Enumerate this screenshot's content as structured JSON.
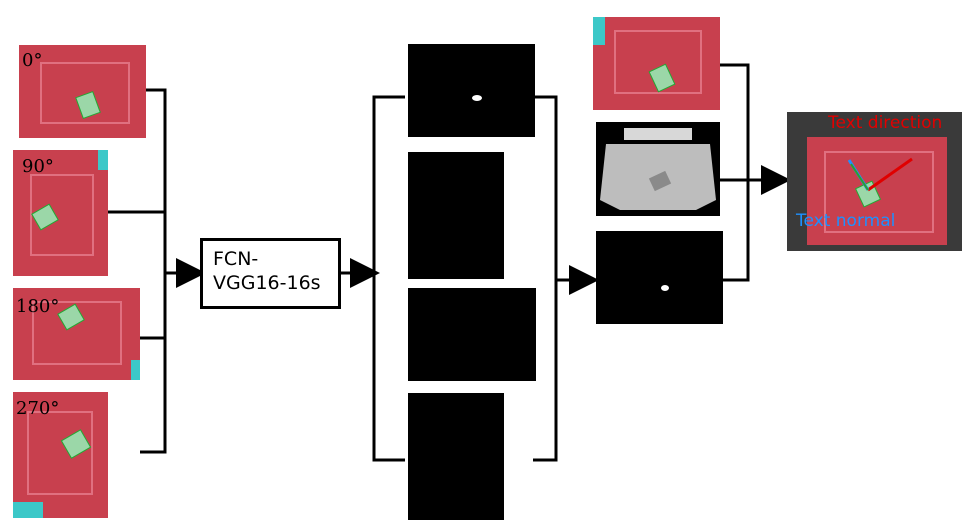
{
  "inputs": [
    {
      "angle": "0°"
    },
    {
      "angle": "90°"
    },
    {
      "angle": "180°"
    },
    {
      "angle": "270°"
    }
  ],
  "model": {
    "label": "FCN-\nVGG16-16s"
  },
  "output": {
    "direction_label": "Text direction",
    "normal_label": "Text normal",
    "direction_color": "#e00000",
    "normal_color": "#1e90ff"
  },
  "colors": {
    "bin_red": "#c8404e",
    "cyan": "#3cc8c8",
    "mask": "#000000"
  }
}
